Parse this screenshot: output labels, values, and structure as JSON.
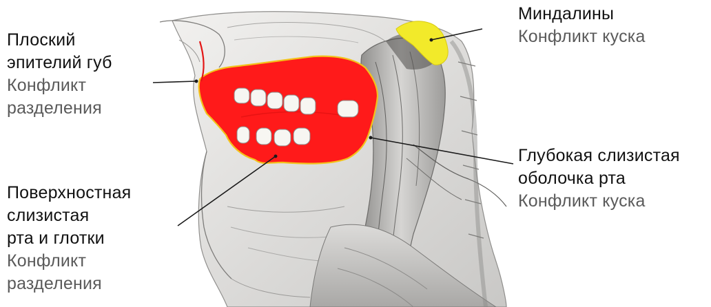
{
  "colors": {
    "surface_mucosa": "#ff1a1a",
    "tonsils": "#f2ea2a",
    "outline": "#f3c21a",
    "leader_line": "#1a1a1a",
    "label_text": "#111111",
    "conflict_text": "#5a5a5a"
  },
  "labels": {
    "lips": {
      "name_1": "Плоский",
      "name_2": "эпителий губ",
      "conflict_1": "Конфликт",
      "conflict_2": "разделения"
    },
    "surface_mucosa": {
      "name_1": "Поверхностная",
      "name_2": "слизистая",
      "name_3": "рта и глотки",
      "conflict_1": "Конфликт",
      "conflict_2": "разделения"
    },
    "tonsils": {
      "name": "Миндалины",
      "conflict": "Конфликт куска"
    },
    "deep_mucosa": {
      "name_1": "Глубокая слизистая",
      "name_2": "оболочка рта",
      "conflict": "Конфликт куска"
    }
  }
}
